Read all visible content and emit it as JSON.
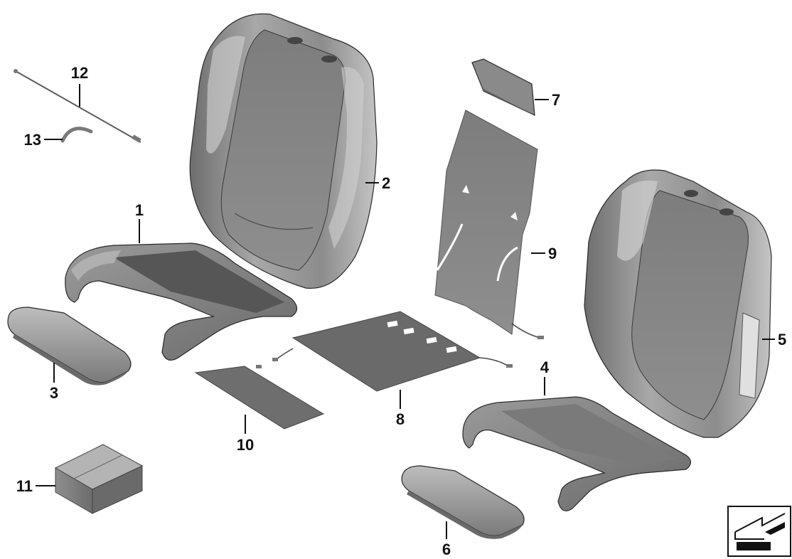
{
  "diagram": {
    "parts": [
      {
        "id": "part-1",
        "number": "1"
      },
      {
        "id": "part-2",
        "number": "2"
      },
      {
        "id": "part-3",
        "number": "3"
      },
      {
        "id": "part-4",
        "number": "4"
      },
      {
        "id": "part-5",
        "number": "5"
      },
      {
        "id": "part-6",
        "number": "6"
      },
      {
        "id": "part-7",
        "number": "7"
      },
      {
        "id": "part-8",
        "number": "8"
      },
      {
        "id": "part-9",
        "number": "9"
      },
      {
        "id": "part-10",
        "number": "10"
      },
      {
        "id": "part-11",
        "number": "11"
      },
      {
        "id": "part-12",
        "number": "12"
      },
      {
        "id": "part-13",
        "number": "13"
      }
    ],
    "colors": {
      "line": "#111111",
      "foam_light": "#b9b9b9",
      "foam_mid": "#8a8a8a",
      "foam_dark": "#5c5c5c",
      "mat": "#6b6b6b",
      "background": "#ffffff"
    },
    "nav_icon": "direction-arrow-icon"
  }
}
